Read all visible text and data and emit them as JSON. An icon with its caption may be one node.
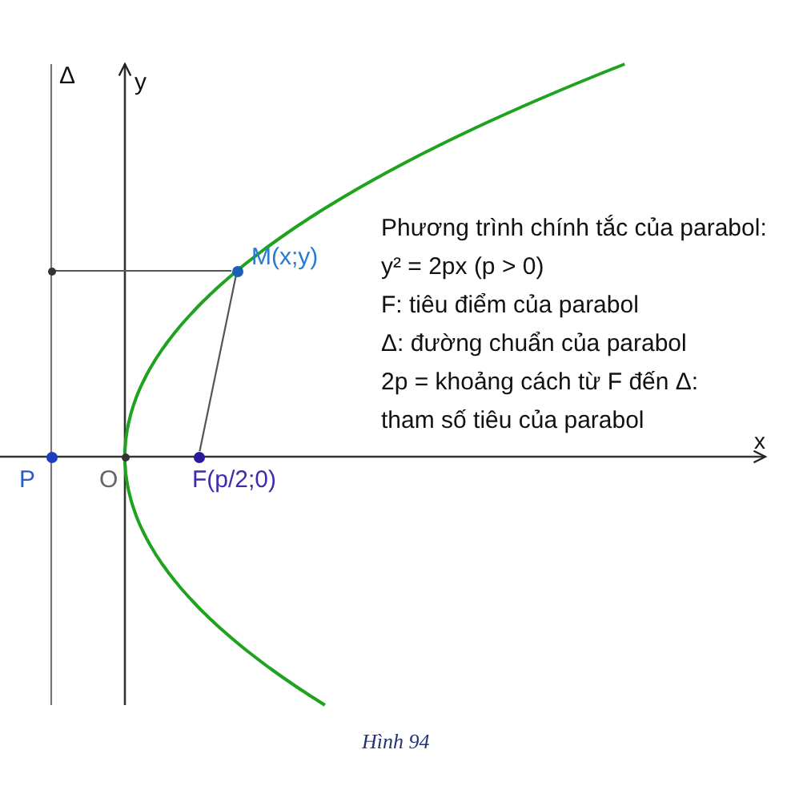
{
  "diagram": {
    "caption": "Hình 94",
    "nodes": [
      {
        "text": [
          "M(x;y)"
        ]
      },
      {
        "text": [
          "F(p/2;0)"
        ]
      },
      {
        "text": [
          "P"
        ]
      },
      {
        "text": [
          "O"
        ]
      },
      {
        "text": [],
        "shape": "circle"
      }
    ],
    "edges": [
      {
        "from": 1,
        "to": 0,
        "arrow": "none"
      },
      {
        "from": 0,
        "to": 4,
        "arrow": "none"
      }
    ],
    "labels": [
      "Δ",
      "y",
      "Phương trình chính tắc của parabol:",
      "y² = 2px (p > 0)",
      "F: tiêu điểm của parabol",
      "Δ: đường chuẩn của parabol",
      "2p = khoảng cách từ F đến Δ:",
      "tham số tiêu của parabol",
      "x"
    ]
  }
}
